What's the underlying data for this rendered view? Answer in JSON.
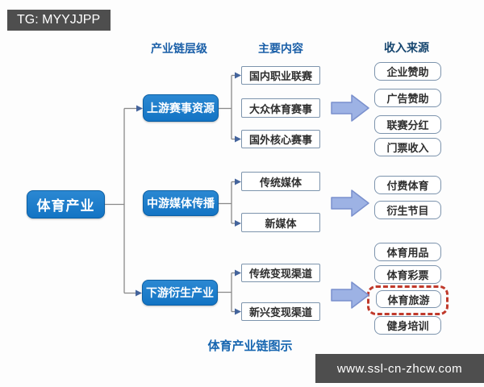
{
  "overlays": {
    "top_left_tag": "TG: MYYJJPP",
    "bottom_right_url": "www.ssl-cn-zhcw.com"
  },
  "diagram": {
    "caption": "体育产业链图示",
    "column_headers": [
      "产业链层级",
      "主要内容",
      "收入来源"
    ],
    "root_node": "体育产业",
    "groups": [
      {
        "stage": "上游赛事资源",
        "contents": [
          "国内职业联赛",
          "大众体育赛事",
          "国外核心赛事"
        ],
        "revenues": [
          "企业赞助",
          "广告赞助",
          "联赛分红",
          "门票收入"
        ]
      },
      {
        "stage": "中游媒体传播",
        "contents": [
          "传统媒体",
          "新媒体"
        ],
        "revenues": [
          "付费体育",
          "衍生节目"
        ]
      },
      {
        "stage": "下游衍生产业",
        "contents": [
          "传统变现渠道",
          "新兴变现渠道"
        ],
        "revenues": [
          "体育用品",
          "体育彩票",
          "体育旅游",
          "健身培训"
        ],
        "highlighted_revenue": "体育旅游"
      }
    ],
    "colors": {
      "stage_box": "#1374c4",
      "stage_box_top": "#2b88d2",
      "stage_box_border": "#0b5fa4",
      "header_text": "#1a5fa8",
      "header_text_dark": "#16466f",
      "arrow_fill": "#9db2e4",
      "arrow_border": "#7a90cd",
      "connector": "#8a8a8a",
      "arrowhead": "#44649c",
      "highlight_dashed": "#c0392b",
      "box_border": "#7d94ad",
      "caption_text": "#1766b0",
      "watermark_bg": "#4e4e4e",
      "box_text": "#2e2e2e"
    }
  }
}
